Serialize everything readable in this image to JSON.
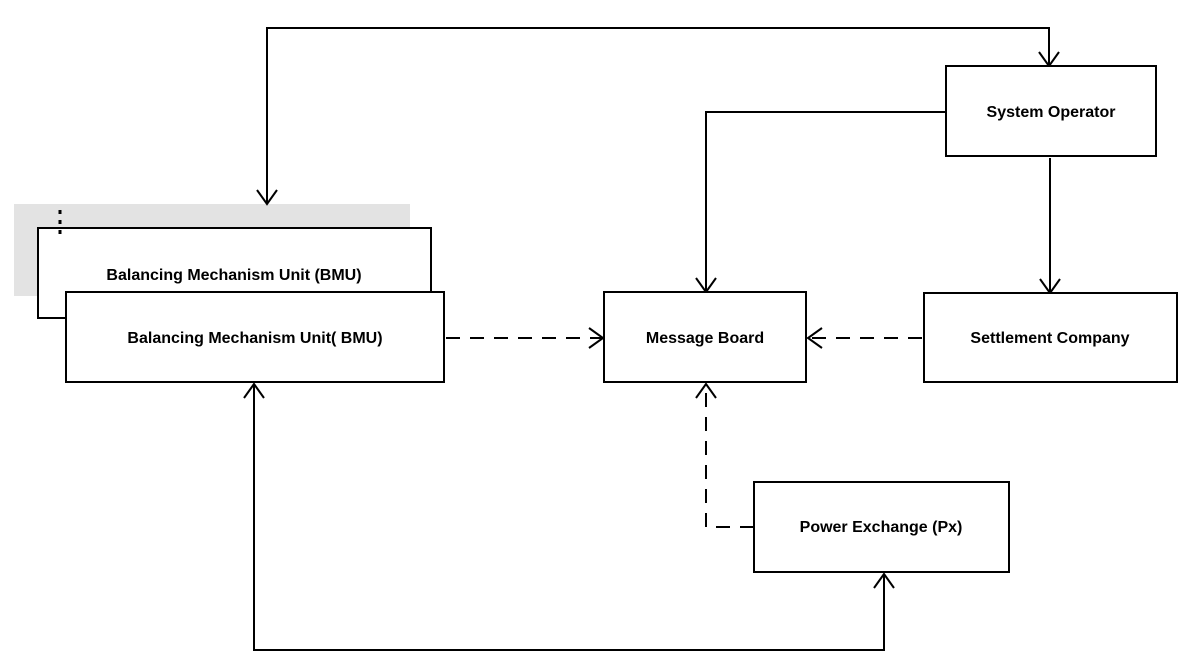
{
  "nodes": {
    "bmu_back": {
      "label": "Balancing Mechanism Unit (BMU)"
    },
    "bmu_front": {
      "label": "Balancing Mechanism Unit( BMU)"
    },
    "message_board": {
      "label": "Message Board"
    },
    "system_operator": {
      "label": "System Operator"
    },
    "settlement_company": {
      "label": "Settlement Company"
    },
    "power_exchange": {
      "label": "Power Exchange (Px)"
    }
  },
  "edges": [
    {
      "from": "bmu_back",
      "to": "system_operator",
      "style": "solid",
      "direction": "both"
    },
    {
      "from": "system_operator",
      "to": "message_board",
      "style": "solid",
      "direction": "forward"
    },
    {
      "from": "system_operator",
      "to": "settlement_company",
      "style": "solid",
      "direction": "forward"
    },
    {
      "from": "bmu_front",
      "to": "message_board",
      "style": "dashed",
      "direction": "forward"
    },
    {
      "from": "settlement_company",
      "to": "message_board",
      "style": "dashed",
      "direction": "forward"
    },
    {
      "from": "power_exchange",
      "to": "message_board",
      "style": "dashed",
      "direction": "forward"
    },
    {
      "from": "bmu_front",
      "to": "power_exchange",
      "style": "solid",
      "direction": "both"
    }
  ],
  "colors": {
    "stroke": "#000000",
    "box_fill": "#ffffff",
    "shadow_panel": "#e3e3e3"
  }
}
